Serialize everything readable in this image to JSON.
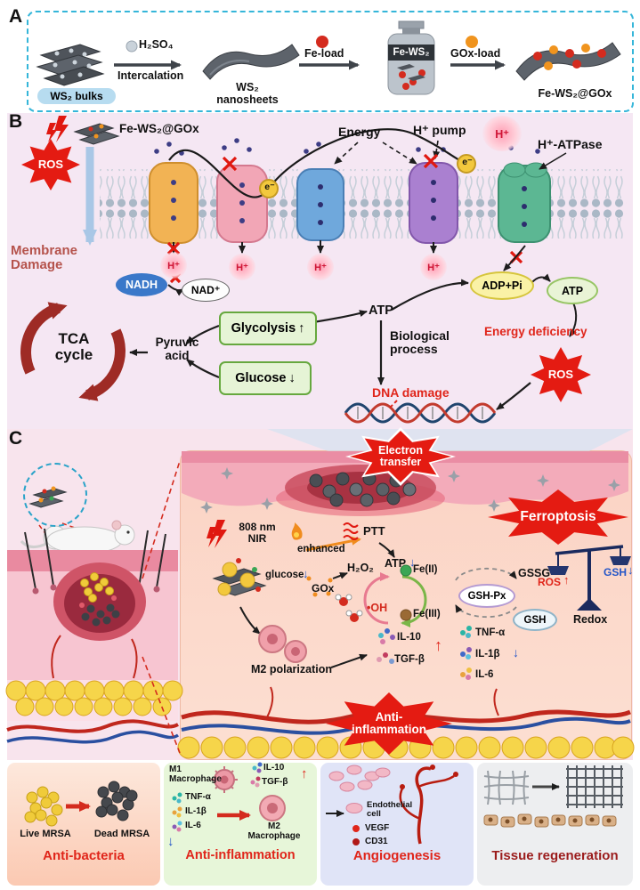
{
  "a": {
    "panel": "A",
    "bulks": "WS₂ bulks",
    "h2so4": "H₂SO₄",
    "intercalation": "Intercalation",
    "nanosheets": "WS₂\nnanosheets",
    "fe_load": "Fe-load",
    "fe_ws2": "Fe-WS₂",
    "gox_load": "GOx-load",
    "product": "Fe-WS₂@GOx"
  },
  "b": {
    "panel": "B",
    "title": "Fe-WS₂@GOx",
    "ros": "ROS",
    "energy": "Energy",
    "h_pump": "H⁺ pump",
    "h": "H⁺",
    "h_atpase": "H⁺-ATPase",
    "e": "e⁻",
    "membrane_damage": "Membrane\nDamage",
    "nadh": "NADH",
    "nad": "NAD⁺",
    "adp_pi": "ADP+Pi",
    "atp": "ATP",
    "tca": "TCA\ncycle",
    "pyruvic_acid": "Pyruvic\nacid",
    "glycolysis": "Glycolysis",
    "up": "↑",
    "glucose": "Glucose",
    "down": "↓",
    "biological_process": "Biological\nprocess",
    "energy_deficiency": "Energy deficiency",
    "dna_damage": "DNA damage"
  },
  "c": {
    "panel": "C",
    "electron_transfer": "Electron\ntransfer",
    "ferroptosis": "Ferroptosis",
    "nir": "808 nm\nNIR",
    "enhanced": "enhanced",
    "ptt": "PTT",
    "atp": "ATP",
    "glucose": "glucose",
    "gox": "GOx",
    "h2o2": "H₂O₂",
    "fe2": "Fe(II)",
    "oh": "•OH",
    "fe3": "Fe(III)",
    "gsh_px": "GSH-Px",
    "gssg": "GSSG",
    "ros": "ROS",
    "gsh": "GSH",
    "redox": "Redox",
    "up": "↑",
    "down": "↓",
    "m2_polarization": "M2 polarization",
    "il10": "IL-10",
    "tgfb": "TGF-β",
    "tnfa": "TNF-α",
    "il1b": "IL-1β",
    "il6": "IL-6",
    "anti_inflammation": "Anti-\ninflammation"
  },
  "cards": {
    "bacteria": {
      "title": "Anti-bacteria",
      "live": "Live MRSA",
      "dead": "Dead MRSA"
    },
    "inflammation": {
      "title": "Anti-inflammation",
      "m1": "M1\nMacrophage",
      "m2": "M2\nMacrophage",
      "tnfa": "TNF-α",
      "il1b": "IL-1β",
      "il6": "IL-6",
      "il10": "IL-10",
      "tgfb": "TGF-β",
      "up": "↑",
      "down": "↓"
    },
    "angiogenesis": {
      "title": "Angiogenesis",
      "endothelial": "Endothelial\ncell",
      "vegf": "VEGF",
      "cd31": "CD31"
    },
    "regeneration": {
      "title": "Tissue regeneration"
    }
  }
}
